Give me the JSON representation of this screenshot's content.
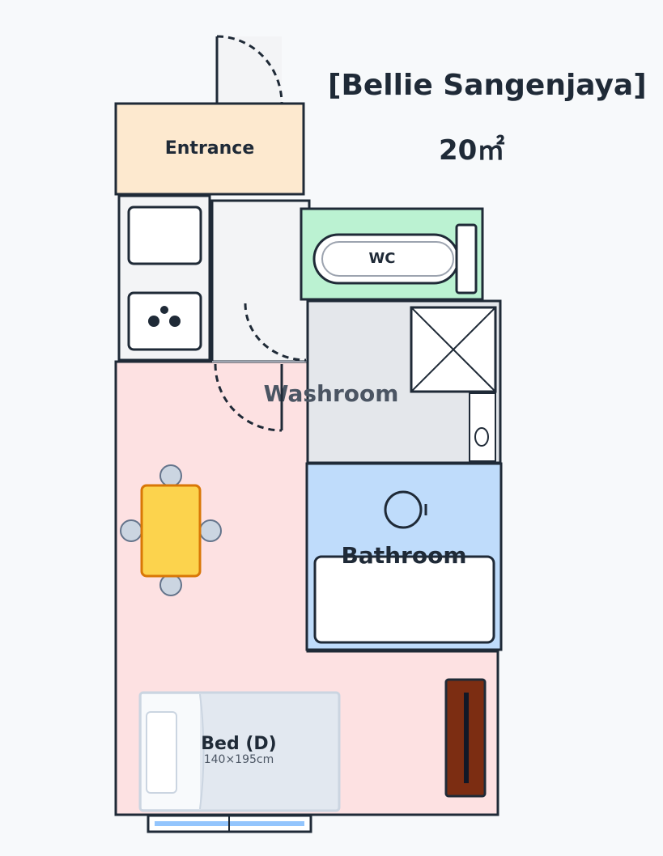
{
  "header": {
    "property_name": "[Bellie Sangenjaya]",
    "area": "20㎡"
  },
  "rooms": {
    "entrance": "Entrance",
    "wc": "WC",
    "washroom": "Washroom",
    "bathroom": "Bathroom"
  },
  "furniture": {
    "bed_label": "Bed (D)",
    "bed_size": "140×195cm"
  },
  "colors": {
    "entrance": "#fde9cf",
    "wc": "#bbf2d2",
    "washroom": "#e4e7eb",
    "bathroom": "#bfdcfb",
    "main_room": "#fde1e2",
    "table": "#fcd34d",
    "closet": "#7c2d12",
    "wall": "#1f2a37"
  }
}
